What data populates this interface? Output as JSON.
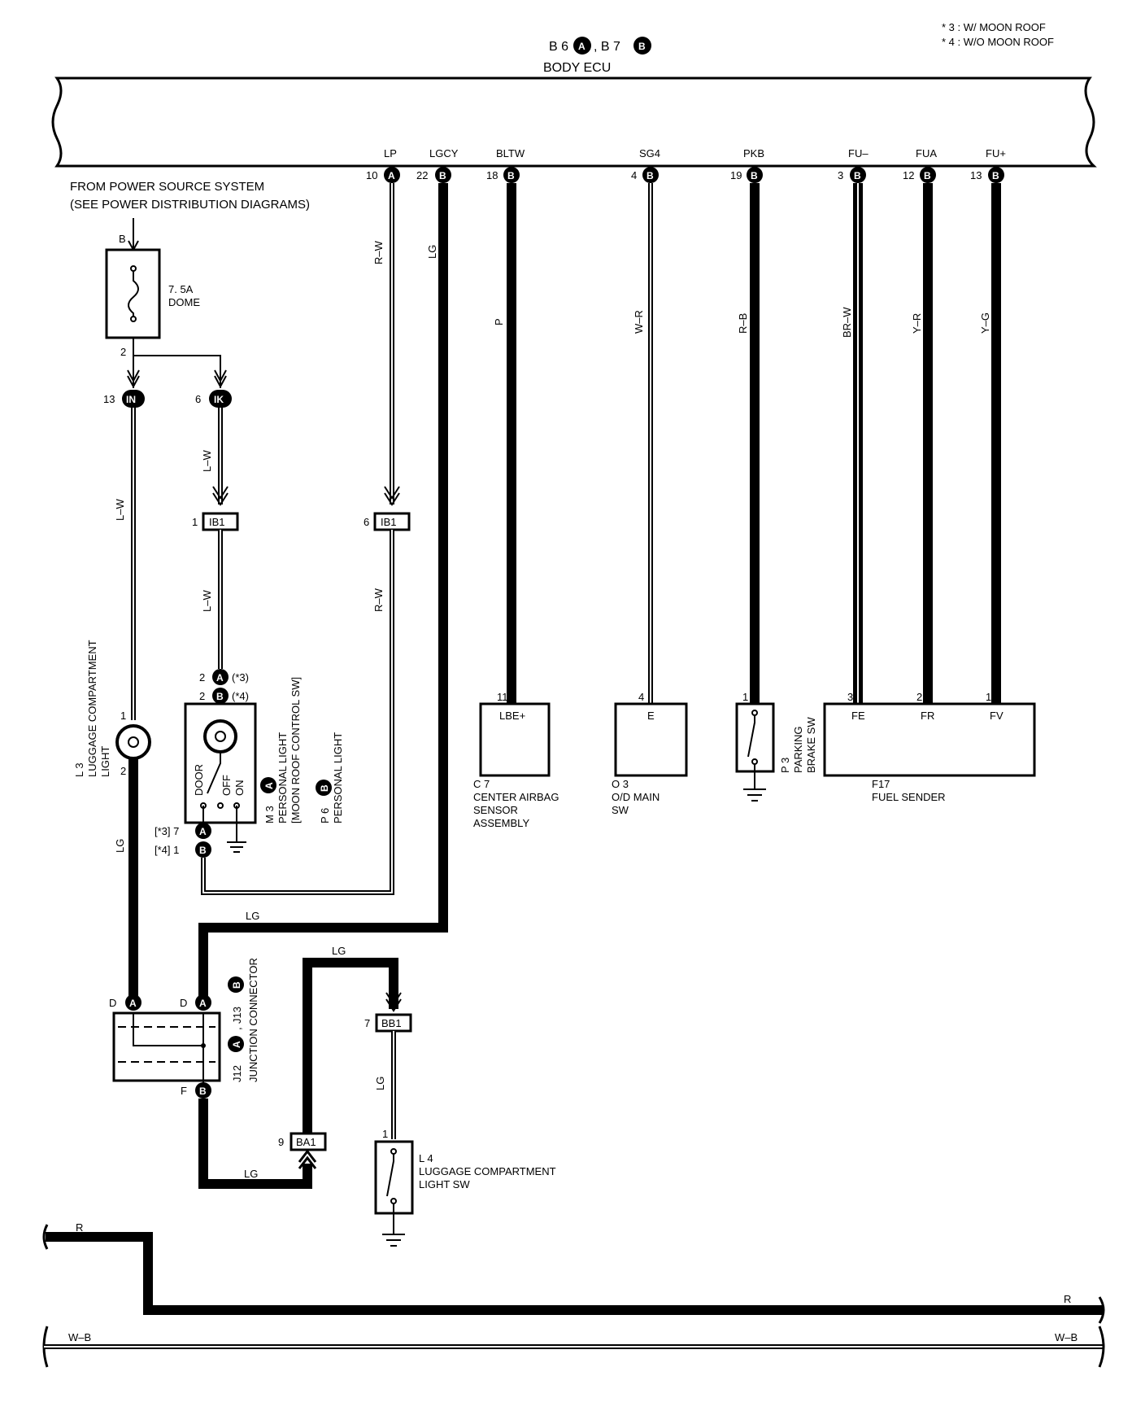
{
  "header": {
    "ecu_connectors": "B 6",
    "ecu_conn_a": "A",
    "ecu_sep": ", B 7",
    "ecu_conn_b": "B",
    "ecu_name": "BODY ECU",
    "note1": "* 3 : W/ MOON ROOF",
    "note2": "* 4 : W/O MOON ROOF"
  },
  "power_source": {
    "line1": "FROM POWER SOURCE SYSTEM",
    "line2": "(SEE POWER DISTRIBUTION DIAGRAMS)",
    "input_pin": "B",
    "fuse_amp": "7. 5A",
    "fuse_name": "DOME",
    "out_pin": "2"
  },
  "ecu_terminals": [
    {
      "name": "LP",
      "pin": "10",
      "conn": "A",
      "wire": "R–W"
    },
    {
      "name": "LGCY",
      "pin": "22",
      "conn": "B",
      "wire": "LG"
    },
    {
      "name": "BLTW",
      "pin": "18",
      "conn": "B",
      "wire": "P"
    },
    {
      "name": "SG4",
      "pin": "4",
      "conn": "B",
      "wire": "W–R"
    },
    {
      "name": "PKB",
      "pin": "19",
      "conn": "B",
      "wire": "R–B"
    },
    {
      "name": "FU–",
      "pin": "3",
      "conn": "B",
      "wire": "BR–W"
    },
    {
      "name": "FUA",
      "pin": "12",
      "conn": "B",
      "wire": "Y–R"
    },
    {
      "name": "FU+",
      "pin": "13",
      "conn": "B",
      "wire": "Y–G"
    }
  ],
  "connectors": {
    "in_pin": "13",
    "in_label": "IN",
    "ik_pin": "6",
    "ik_label": "IK",
    "ib1a_pin": "1",
    "ib1a_label": "IB1",
    "ib1b_pin": "6",
    "ib1b_label": "IB1",
    "bb1_pin": "7",
    "bb1_label": "BB1",
    "ba1_pin": "9",
    "ba1_label": "BA1"
  },
  "wire_labels": {
    "lw1": "L–W",
    "lw2": "L–W",
    "lw3": "L–W",
    "rw2": "R–W",
    "lg_left": "LG",
    "lg_mid": "LG",
    "lg_top": "LG",
    "lg_bb1": "LG",
    "lg_bottom": "LG",
    "r_left": "R",
    "r_right": "R",
    "wb_left": "W–B",
    "wb_right": "W–B"
  },
  "components": {
    "l3": {
      "code": "L 3",
      "name1": "LUGGAGE COMPARTMENT",
      "name2": "LIGHT",
      "pin_top": "1",
      "pin_bot": "2"
    },
    "m3": {
      "pinA": "2",
      "connA": "A",
      "noteA": "(*3)",
      "pinB": "2",
      "connB": "B",
      "noteB": "(*4)",
      "pos1": "DOOR",
      "pos2": "OFF",
      "pos3": "ON",
      "code": "M 3",
      "conn1": "A",
      "name1": "PERSONAL LIGHT",
      "name2": "[MOON ROOF CONTROL SW]",
      "code2": "P 6",
      "conn2": "B",
      "name3": "PERSONAL LIGHT",
      "bot_noteA": "[*3] 7",
      "bot_connA": "A",
      "bot_noteB": "[*4] 1",
      "bot_connB": "B"
    },
    "c7": {
      "pin": "11",
      "term": "LBE+",
      "code": "C 7",
      "name1": "CENTER AIRBAG",
      "name2": "SENSOR",
      "name3": "ASSEMBLY"
    },
    "o3": {
      "pin": "4",
      "term": "E",
      "code": "O 3",
      "name1": "O/D MAIN",
      "name2": "SW"
    },
    "p3": {
      "pin": "1",
      "code": "P 3",
      "name1": "PARKING",
      "name2": "BRAKE SW"
    },
    "f17": {
      "pin1": "3",
      "term1": "FE",
      "pin2": "2",
      "term2": "FR",
      "pin3": "1",
      "term3": "FV",
      "code": "F17",
      "name": "FUEL SENDER"
    },
    "junction": {
      "pin_tl": "D",
      "conn_tl": "A",
      "pin_tr": "D",
      "conn_tr": "A",
      "pin_br": "F",
      "conn_br": "B",
      "code1": "J12",
      "c1": "A",
      "sep": ",",
      "code2": "J13",
      "c2": "B",
      "name": "JUNCTION CONNECTOR"
    },
    "l4": {
      "pin": "1",
      "code": "L 4",
      "name1": "LUGGAGE COMPARTMENT",
      "name2": "LIGHT SW"
    }
  }
}
